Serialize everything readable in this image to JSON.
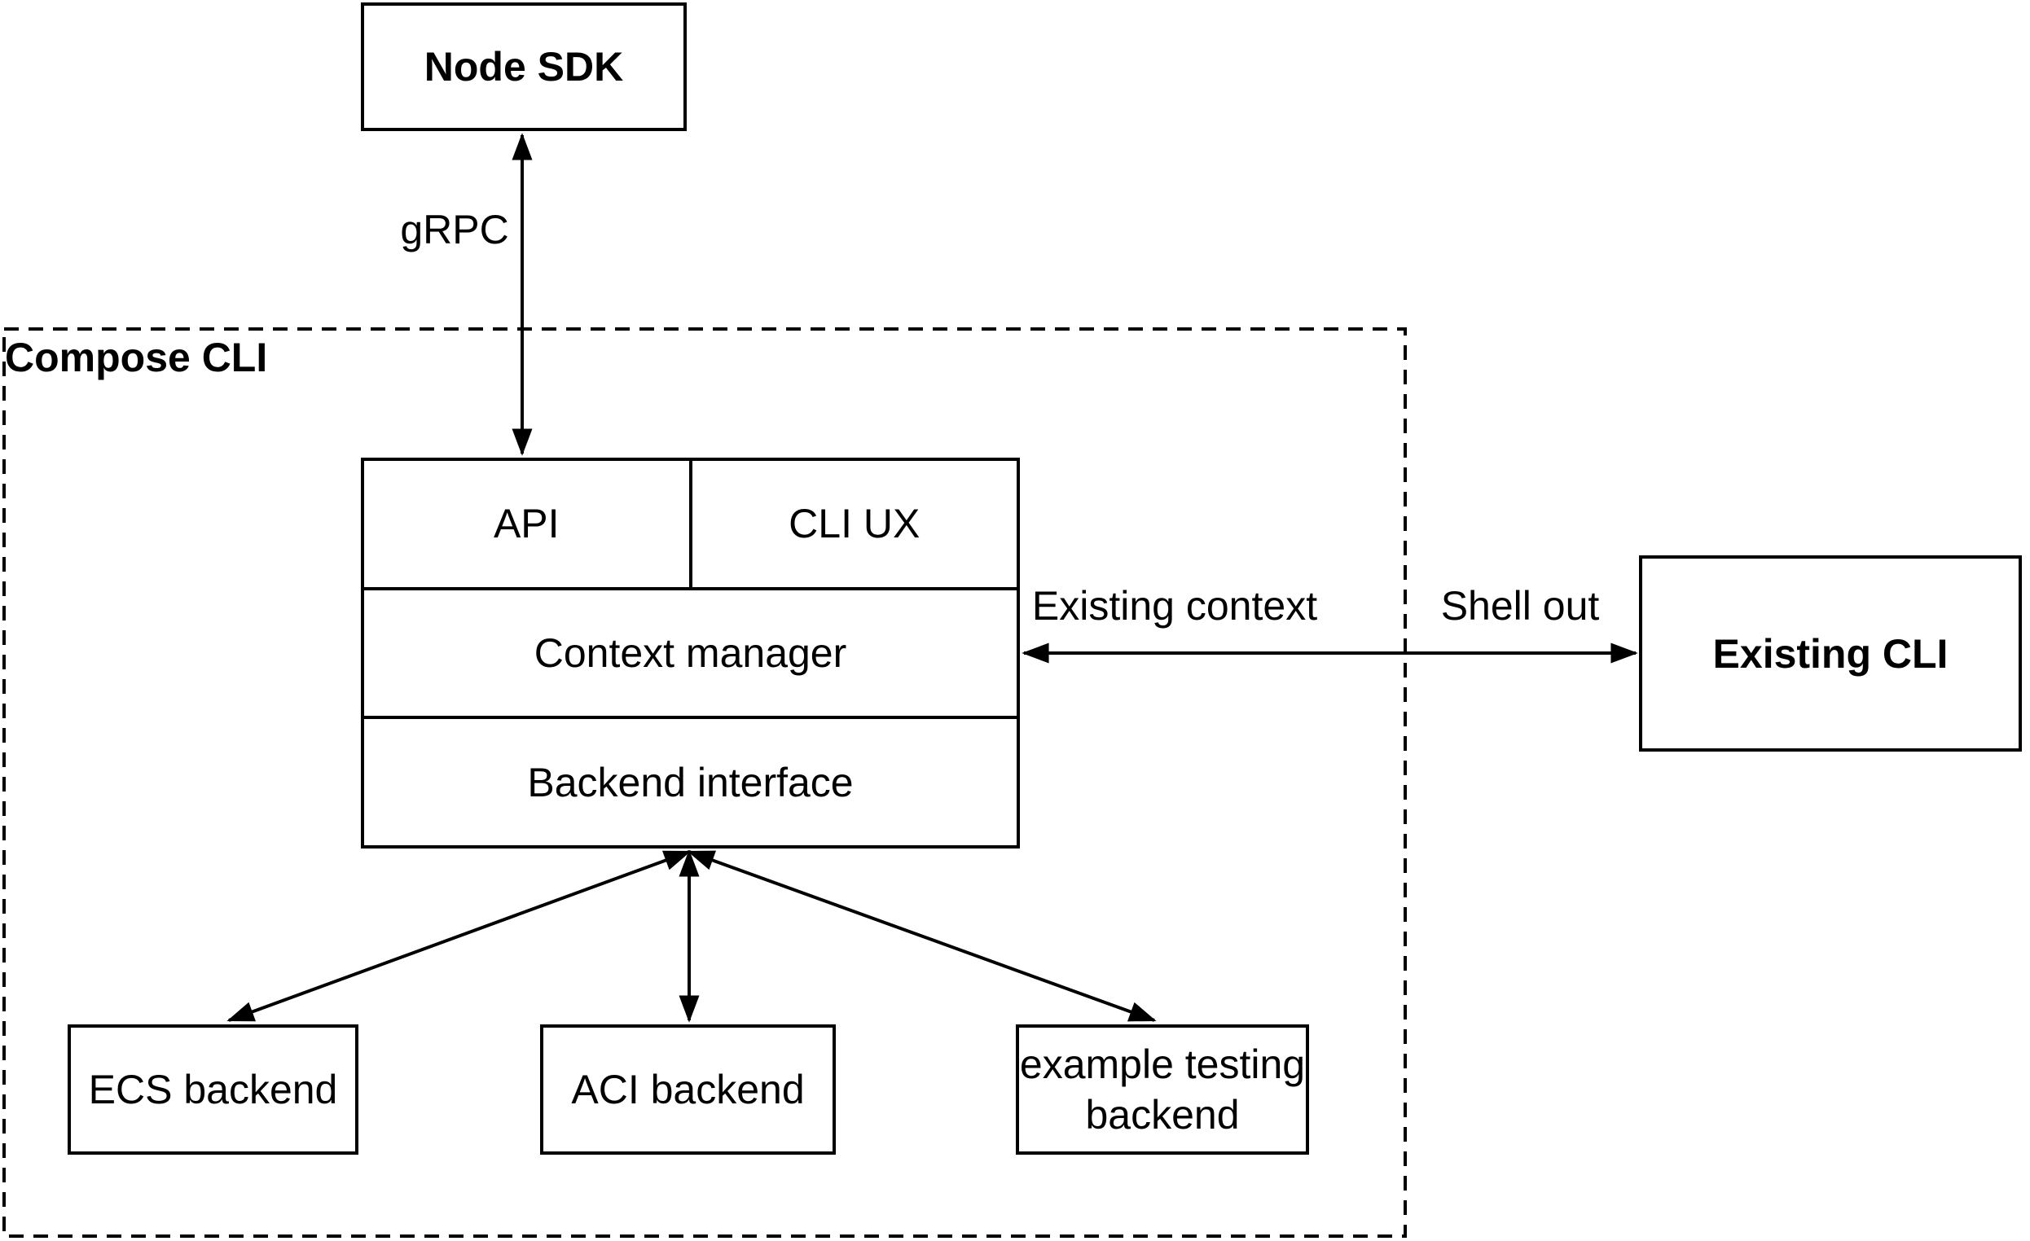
{
  "colors": {
    "background": "#ffffff",
    "line": "#000000",
    "text": "#000000"
  },
  "container": {
    "label": "Compose CLI"
  },
  "boxes": {
    "node_sdk": {
      "label": "Node SDK"
    },
    "existing_cli": {
      "label": "Existing CLI"
    },
    "ecs_backend": {
      "label": "ECS backend"
    },
    "aci_backend": {
      "label": "ACI backend"
    },
    "example_testing_backend": {
      "line1": "example testing",
      "line2": "backend"
    },
    "stack": {
      "api": "API",
      "cli_ux": "CLI UX",
      "context_manager": "Context manager",
      "backend_interface": "Backend interface"
    }
  },
  "edge_labels": {
    "grpc": "gRPC",
    "existing_context": "Existing context",
    "shell_out": "Shell out"
  }
}
